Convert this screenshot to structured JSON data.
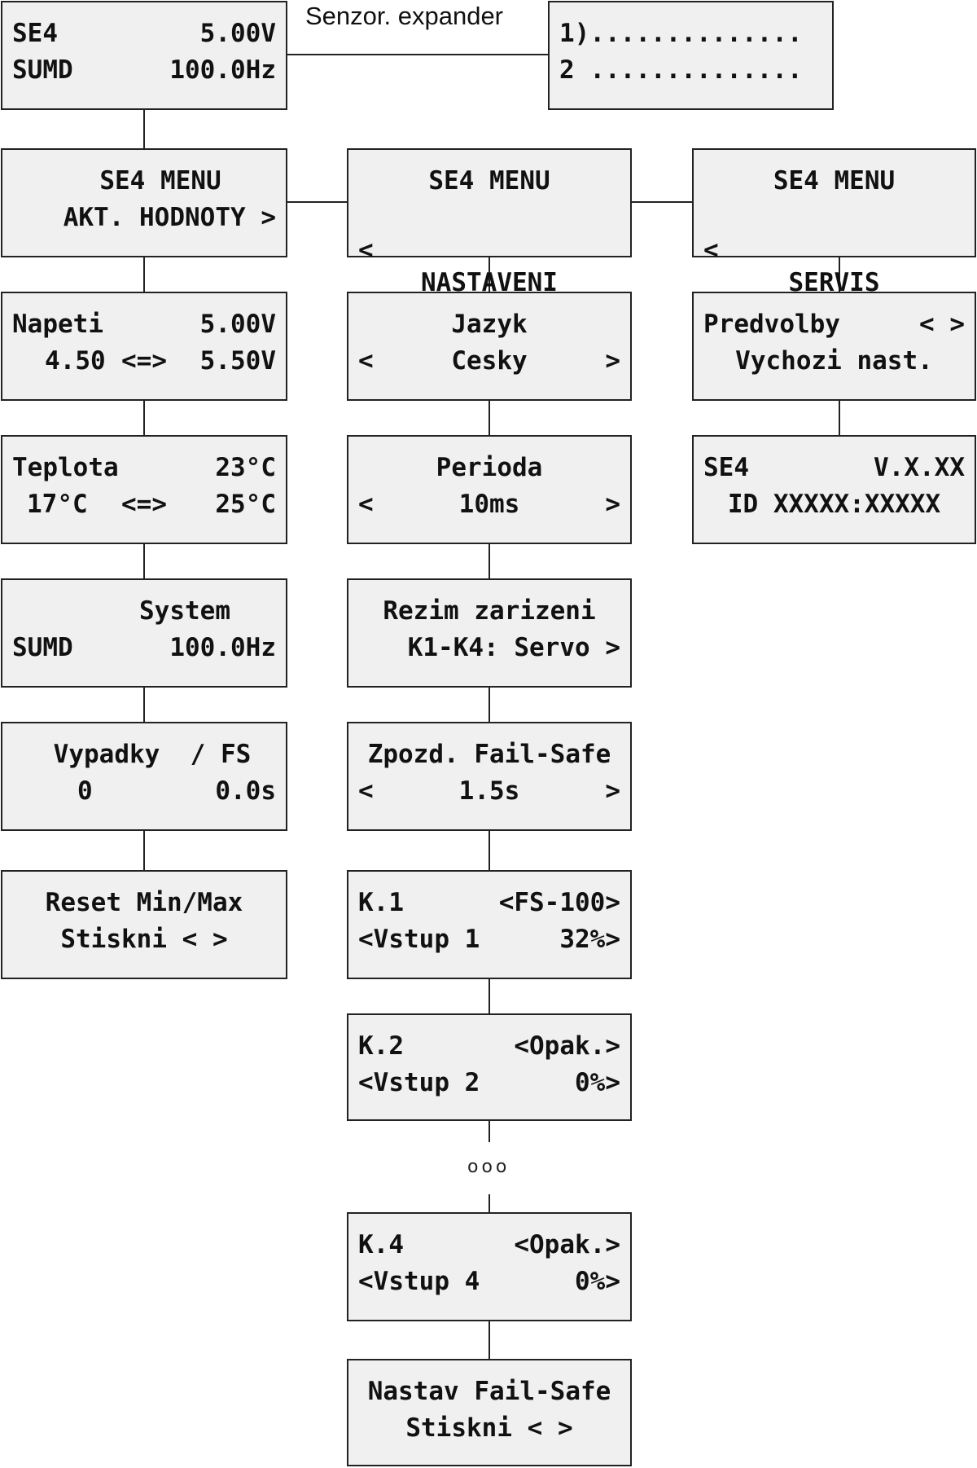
{
  "header_box": {
    "line1_left": "SE4",
    "line1_right": "5.00V",
    "line2_left": "SUMD",
    "line2_right": "100.0Hz"
  },
  "expander": {
    "label": "Senzor. expander",
    "line1": "1)..............",
    "line2": "2 .............."
  },
  "menus": {
    "akt": {
      "line1": "SE4 MENU",
      "line2": "AKT. HODNOTY >"
    },
    "nast": {
      "line1": "SE4 MENU",
      "line2_left": "<",
      "line2_center": "NASTAVENI",
      "line2_right": ">"
    },
    "servis": {
      "line1": "SE4 MENU",
      "line2_left": "<",
      "line2_center": "SERVIS"
    }
  },
  "left_column": {
    "napeti": {
      "line1_left": "Napeti",
      "line1_right": "5.00V",
      "line2_left": "4.50",
      "line2_center": "<=>",
      "line2_right": "5.50V"
    },
    "teplota": {
      "line1_left": "Teplota",
      "line1_right": "23°C",
      "line2_left": "17°C",
      "line2_center": "<=>",
      "line2_right": "25°C"
    },
    "system": {
      "line1": "System",
      "line2_left": "SUMD",
      "line2_right": "100.0Hz"
    },
    "vypadky": {
      "line1": "Vypadky  / FS",
      "line2_left": "0",
      "line2_right": "0.0s"
    },
    "reset": {
      "line1": "Reset Min/Max",
      "line2": "Stiskni < >"
    }
  },
  "middle_column": {
    "jazyk": {
      "line1": "Jazyk",
      "line2_left": "<",
      "line2_center": "Cesky",
      "line2_right": ">"
    },
    "perioda": {
      "line1": "Perioda",
      "line2_left": "<",
      "line2_center": "10ms",
      "line2_right": ">"
    },
    "rezim": {
      "line1": "Rezim zarizeni",
      "line2": "K1-K4: Servo >"
    },
    "zpozd": {
      "line1": "Zpozd. Fail-Safe",
      "line2_left": "<",
      "line2_center": "1.5s",
      "line2_right": ">"
    },
    "k1": {
      "line1_left": "K.1",
      "line1_right": "<FS-100>",
      "line2_left": "<Vstup 1",
      "line2_right": "32%>"
    },
    "k2": {
      "line1_left": "K.2",
      "line1_right": "<Opak.>",
      "line2_left": "<Vstup 2",
      "line2_right": "0%>"
    },
    "ellipsis": "ooo",
    "k4": {
      "line1_left": "K.4",
      "line1_right": "<Opak.>",
      "line2_left": "<Vstup 4",
      "line2_right": "0%>"
    },
    "nastav": {
      "line1": "Nastav Fail-Safe",
      "line2": "Stiskni < >"
    }
  },
  "right_column": {
    "predvolby": {
      "line1_left": "Predvolby",
      "line1_right": "< >",
      "line2": "Vychozi nast."
    },
    "version": {
      "line1_left": "SE4",
      "line1_right": "V.X.XX",
      "line2": "ID XXXXX:XXXXX"
    }
  }
}
